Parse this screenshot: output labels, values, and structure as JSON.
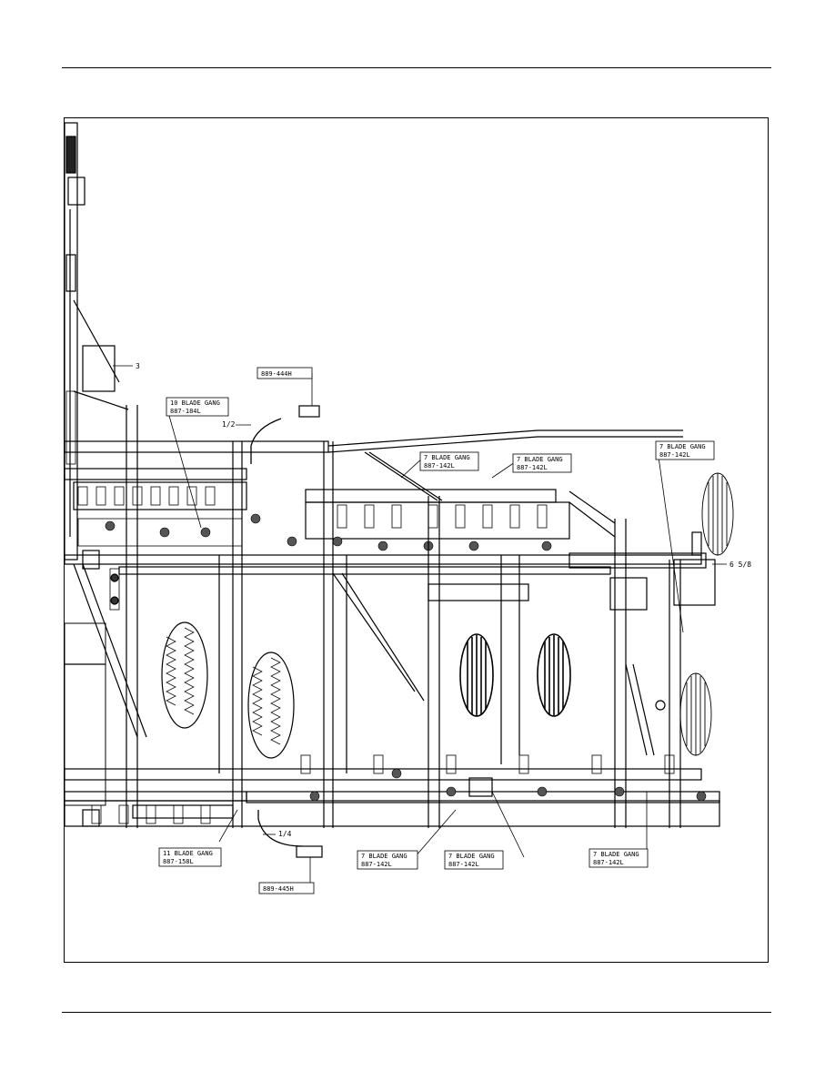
{
  "header": {
    "links": [
      "",
      ""
    ]
  },
  "footer": {
    "links": [
      "",
      ""
    ]
  },
  "drawing": {
    "callouts": {
      "blade_gang_10": {
        "line1": "10 BLADE GANG",
        "line2": "887-184L"
      },
      "blade_gang_7_a": {
        "line1": "7 BLADE GANG",
        "line2": "887-142L"
      },
      "blade_gang_7_b": {
        "line1": "7 BLADE GANG",
        "line2": "887-142L"
      },
      "blade_gang_7_c": {
        "line1": "7 BLADE GANG",
        "line2": "887-142L"
      },
      "blade_gang_11": {
        "line1": "11 BLADE GANG",
        "line2": "887-158L"
      },
      "blade_gang_7_d": {
        "line1": "7 BLADE GANG",
        "line2": "887-142L"
      },
      "blade_gang_7_e": {
        "line1": "7 BLADE GANG",
        "line2": "887-142L"
      },
      "blade_gang_7_f": {
        "line1": "7 BLADE GANG",
        "line2": "887-142L"
      }
    },
    "part_numbers": {
      "top": "889-444H",
      "bottom": "889-445H"
    },
    "dimensions": {
      "three": "3",
      "half": "1/2",
      "quarter": "1/4",
      "six_five_eighths": "6 5/8"
    }
  }
}
